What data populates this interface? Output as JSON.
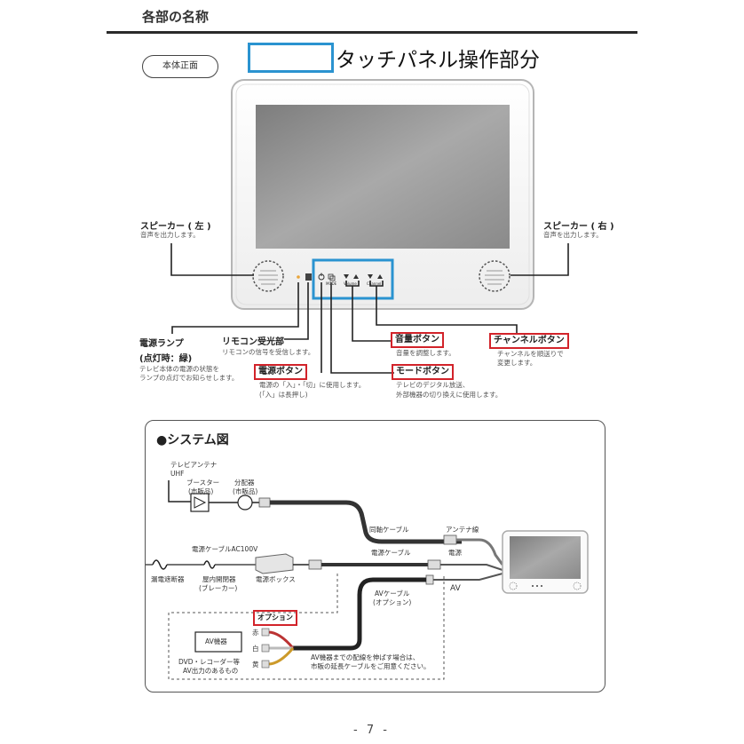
{
  "page": {
    "heading": "各部の名称",
    "front_label": "本体正面",
    "touch_panel_label": "タッチパネル操作部分",
    "page_number": "- 7 -"
  },
  "device": {
    "buttons": {
      "mode": "MODE",
      "volume": "Volume",
      "channel": "Channel"
    }
  },
  "callouts": {
    "speaker_left": {
      "title": "スピーカー ( 左 )",
      "desc": "音声を出力します。"
    },
    "speaker_right": {
      "title": "スピーカー ( 右 )",
      "desc": "音声を出力します。"
    },
    "power_lamp": {
      "title1": "電源ランプ",
      "title2": "(点灯時：緑)",
      "desc1": "テレビ本体の電源の状態を",
      "desc2": "ランプの点灯でお知らせします。"
    },
    "remote_receiver": {
      "title": "リモコン受光部",
      "desc": "リモコンの信号を受信します。"
    },
    "power_button": {
      "title": "電源ボタン",
      "desc1": "電源の「入」・「切」に使用します。",
      "desc2": "(「入」は長押し)"
    },
    "volume_button": {
      "title": "音量ボタン",
      "desc": "音量を調整します。"
    },
    "mode_button": {
      "title": "モードボタン",
      "desc1": "テレビのデジタル放送、",
      "desc2": "外部機器の切り換えに使用します。"
    },
    "channel_button": {
      "title": "チャンネルボタン",
      "desc1": "チャンネルを順送りで",
      "desc2": "変更します。"
    }
  },
  "system": {
    "title": "●システム図",
    "antenna1": "テレビアンテナ",
    "antenna2": "UHF",
    "booster1": "ブースター",
    "booster2": "(市販品)",
    "splitter1": "分配器",
    "splitter2": "(市販品)",
    "coax_cable": "同軸ケーブル",
    "antenna_line": "アンテナ線",
    "power_cable_ac": "電源ケーブルAC100V",
    "power_cable": "電源ケーブル",
    "power": "電源",
    "earth_breaker": "漏電遮断器",
    "indoor_switch1": "屋内開閉器",
    "indoor_switch2": "(ブレーカー)",
    "power_box": "電源ボックス",
    "av": "AV",
    "av_cable1": "AVケーブル",
    "av_cable2": "(オプション)",
    "option": "オプション",
    "av_device": "AV機器",
    "dvd1": "DVD・レコーダー等",
    "dvd2": "AV出力のあるもの",
    "red": "赤",
    "white": "白",
    "yellow": "黄",
    "note1": "AV機器までの配線を伸ばす場合は、",
    "note2": "市販の延長ケーブルをご用意ください。"
  },
  "colors": {
    "touch_highlight": "#2a93d0",
    "red_box": "#d2232a",
    "screen": "#9a9a9a"
  }
}
